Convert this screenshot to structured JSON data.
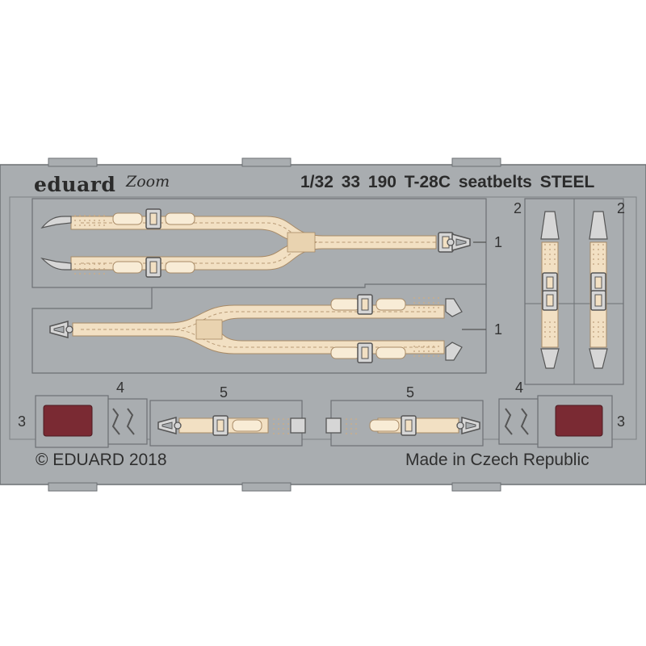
{
  "header": {
    "brand": "eduard",
    "series_logo": "Zoom",
    "scale": "1/32",
    "catalog_number": "33 190",
    "product_name": "T-28C seatbelts STEEL"
  },
  "part_numbers": {
    "upper_belt": "1",
    "lower_belt": "1",
    "shoulder_left": "2",
    "shoulder_right": "2",
    "pad_left": "3",
    "pad_right": "3",
    "clip_left": "4",
    "clip_right": "4",
    "lap_left": "5",
    "lap_right": "5"
  },
  "footer": {
    "copyright": "© EDUARD 2018",
    "origin": "Made in Czech Republic"
  },
  "colors": {
    "fret": "#a9adb0",
    "belt": "#f2e0c3",
    "hardware": "#d8d8d8",
    "pad": "#7a2a33"
  }
}
